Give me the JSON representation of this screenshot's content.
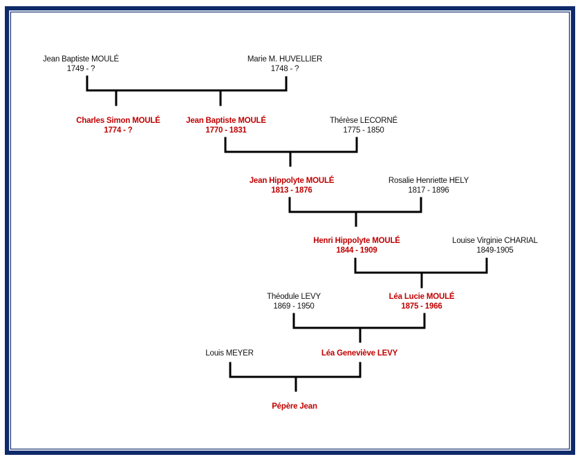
{
  "title": "Family tree - MOULÉ lineage",
  "colors": {
    "frame": "#0f2a6b",
    "lineage_text": "#c00000",
    "spouse_text": "#111111",
    "connector": "#000000"
  },
  "people": [
    {
      "id": "jb1749",
      "name": "Jean Baptiste MOULÉ",
      "dates": "1749 - ?",
      "lineage": false
    },
    {
      "id": "marie",
      "name": "Marie M. HUVELLIER",
      "dates": "1748 - ?",
      "lineage": false
    },
    {
      "id": "charles",
      "name": "Charles Simon MOULÉ",
      "dates": "1774 - ?",
      "lineage": true
    },
    {
      "id": "jb1770",
      "name": "Jean Baptiste MOULÉ",
      "dates": "1770 - 1831",
      "lineage": true
    },
    {
      "id": "therese",
      "name": "Thérèse LECORNÉ",
      "dates": "1775 - 1850",
      "lineage": false
    },
    {
      "id": "jeanhip",
      "name": "Jean Hippolyte MOULÉ",
      "dates": "1813 - 1876",
      "lineage": true
    },
    {
      "id": "rosalie",
      "name": "Rosalie Henriette HELY",
      "dates": "1817 - 1896",
      "lineage": false
    },
    {
      "id": "henri",
      "name": "Henri Hippolyte MOULÉ",
      "dates": "1844 - 1909",
      "lineage": true
    },
    {
      "id": "louise",
      "name": "Louise Virginie CHARIAL",
      "dates": "1849-1905",
      "lineage": false
    },
    {
      "id": "theodule",
      "name": "Théodule LEVY",
      "dates": "1869 - 1950",
      "lineage": false
    },
    {
      "id": "lealucie",
      "name": "Léa Lucie MOULÉ",
      "dates": "1875 - 1966",
      "lineage": true
    },
    {
      "id": "louis",
      "name": "Louis MEYER",
      "dates": "",
      "lineage": false
    },
    {
      "id": "leagen",
      "name": "Léa Geneviève LEVY",
      "dates": "",
      "lineage": true
    },
    {
      "id": "pepere",
      "name": "Pépère Jean",
      "dates": "",
      "lineage": true
    }
  ],
  "unions": [
    {
      "partners": [
        "jb1749",
        "marie"
      ],
      "children": [
        "charles",
        "jb1770"
      ]
    },
    {
      "partners": [
        "jb1770",
        "therese"
      ],
      "children": [
        "jeanhip"
      ]
    },
    {
      "partners": [
        "jeanhip",
        "rosalie"
      ],
      "children": [
        "henri"
      ]
    },
    {
      "partners": [
        "henri",
        "louise"
      ],
      "children": [
        "lealucie"
      ]
    },
    {
      "partners": [
        "theodule",
        "lealucie"
      ],
      "children": [
        "leagen"
      ]
    },
    {
      "partners": [
        "louis",
        "leagen"
      ],
      "children": [
        "pepere"
      ]
    }
  ]
}
